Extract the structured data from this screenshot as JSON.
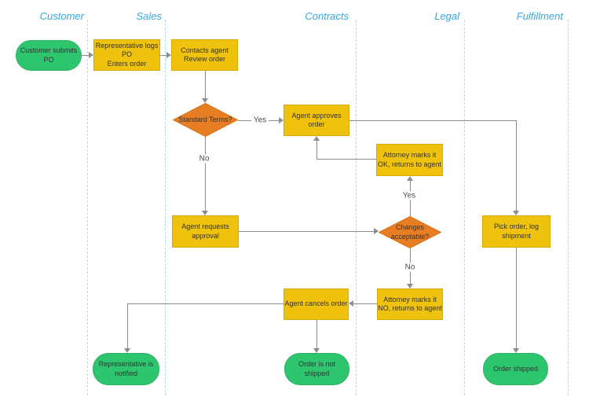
{
  "lanes": [
    {
      "label": "Customer"
    },
    {
      "label": "Sales"
    },
    {
      "label": "Contracts"
    },
    {
      "label": "Legal"
    },
    {
      "label": "Fulfillment"
    }
  ],
  "nodes": {
    "customer_submits": "Customer submits\nPO",
    "rep_logs": "Representative logs\nPO\nEnters order",
    "contacts_agent": "Contacts agent\nReview order",
    "standard_terms": "Standard Terms?",
    "agent_approves": "Agent approves\norder",
    "attorney_ok": "Attorney marks it\nOK, returns to agent",
    "agent_requests": "Agent requests\napproval",
    "changes_acceptable": "Changes\nacceptable?",
    "pick_order": "Pick order, log\nshipment",
    "agent_cancels": "Agent cancels order",
    "attorney_no": "Attorney marks it\nNO, returns to agent",
    "rep_notified": "Representative is\nnotified",
    "order_not_shipped": "Order is not\nshipped",
    "order_shipped": "Order shipped"
  },
  "edge_labels": {
    "standard_terms_yes": "Yes",
    "standard_terms_no": "No",
    "changes_yes": "Yes",
    "changes_no": "No"
  },
  "colors": {
    "process_fill": "#EFC20E",
    "process_border": "#D9A604",
    "terminator_fill": "#2EC56F",
    "terminator_border": "#2CB263",
    "decision_fill": "#E87E23",
    "decision_border": "#D9700F",
    "connector": "#8C8C8C",
    "lane_label": "#35A7DE",
    "lane_line": "#A9DCF5"
  }
}
